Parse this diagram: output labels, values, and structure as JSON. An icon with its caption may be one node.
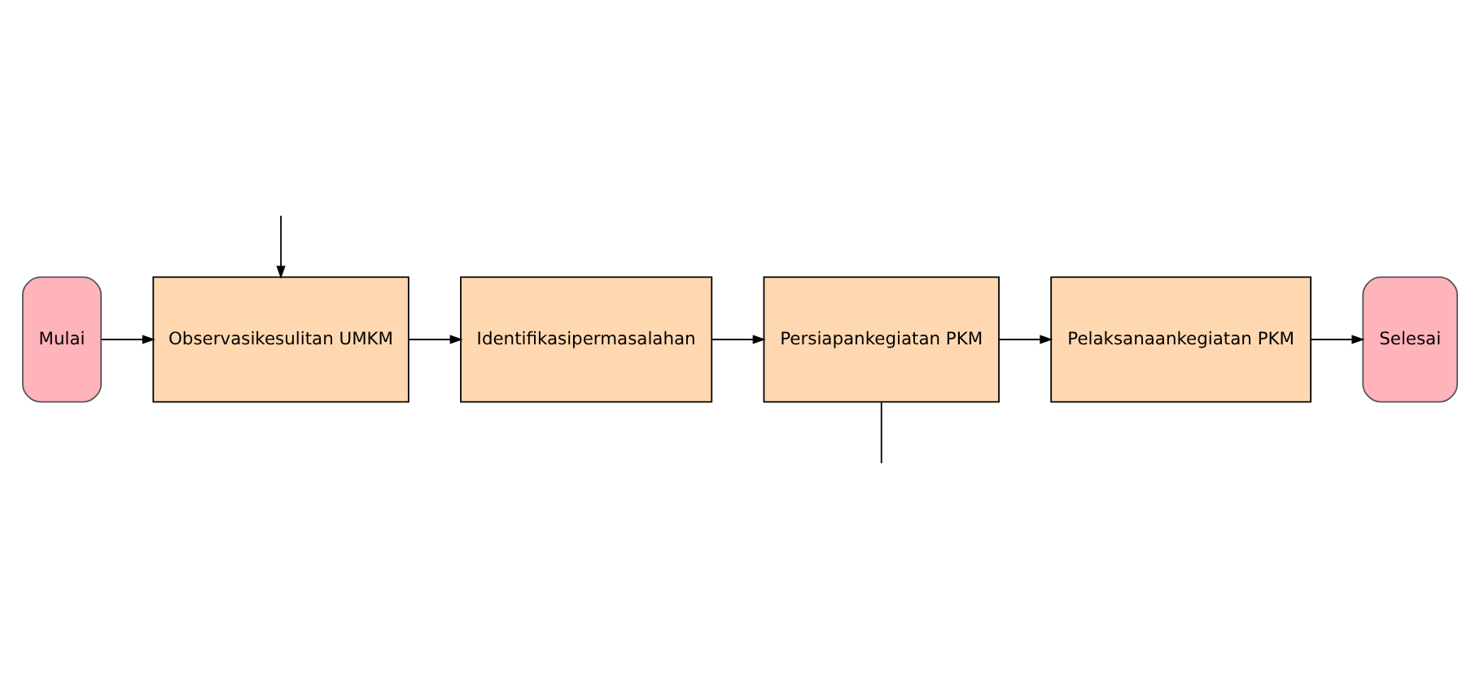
{
  "diagram": {
    "nodes": [
      {
        "text": [
          "Mulai"
        ]
      },
      {
        "text": [
          "Observasikesulitan UMKM"
        ]
      },
      {
        "text": [
          "Identifikasipermasalahan"
        ]
      },
      {
        "text": [
          "Persiapankegiatan PKM"
        ]
      },
      {
        "text": [
          "Pelaksanaankegiatan PKM"
        ]
      },
      {
        "text": [
          "Selesai"
        ]
      }
    ],
    "edges": [
      {
        "from": 0,
        "to": 1,
        "arrow": "to"
      },
      {
        "from": 1,
        "to": 2,
        "arrow": "to"
      },
      {
        "from": 2,
        "to": 3,
        "arrow": "to"
      },
      {
        "from": 3,
        "to": 4,
        "arrow": "to"
      },
      {
        "from": 4,
        "to": 5,
        "arrow": "to"
      },
      {
        "from": null,
        "to": 1,
        "arrow": "to"
      },
      {
        "from": 3,
        "to": null,
        "arrow": "none"
      }
    ]
  }
}
